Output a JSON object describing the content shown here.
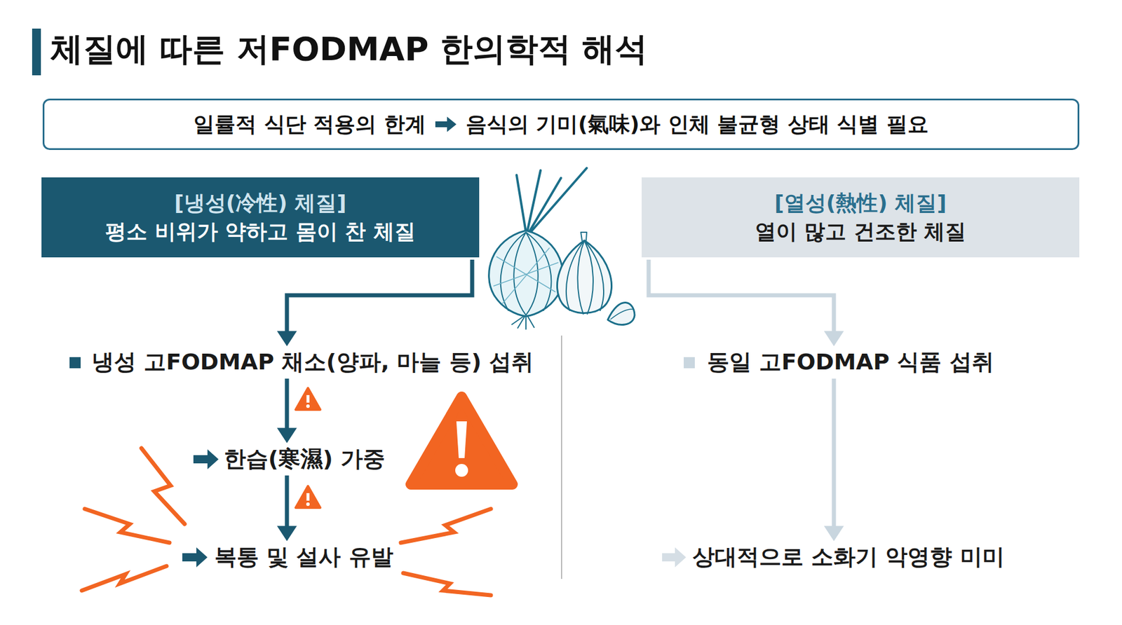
{
  "diagram": {
    "title": "체질에 따른 저FODMAP 한의학적 해석",
    "nodes": [
      {
        "text": [
          "일률적 식단 적용의 한계",
          "음식의 기미(氣味)와 인체 불균형 상태 식별 필요"
        ]
      },
      {
        "text": [
          "[냉성(冷性) 체질]",
          "평소 비위가 약하고 몸이 찬 체질"
        ]
      },
      {
        "text": [
          "[열성(熱性) 체질]",
          "열이 많고 건조한 체질"
        ]
      },
      {
        "text": [
          "냉성 고FODMAP 채소(양파, 마늘 등) 섭취"
        ]
      },
      {
        "text": [
          "한습(寒濕) 가중"
        ]
      },
      {
        "text": [
          "복통 및 설사 유발"
        ]
      },
      {
        "text": [
          "동일 고FODMAP 식품 섭취"
        ]
      },
      {
        "text": [
          "상대적으로 소화기 악영향 미미"
        ]
      }
    ],
    "edges": [
      {
        "from": 1,
        "to": 3,
        "arrow": "to"
      },
      {
        "from": 3,
        "to": 4,
        "arrow": "to"
      },
      {
        "from": 4,
        "to": 5,
        "arrow": "to"
      },
      {
        "from": 2,
        "to": 6,
        "arrow": "to"
      },
      {
        "from": 6,
        "to": 7,
        "arrow": "to"
      }
    ]
  }
}
